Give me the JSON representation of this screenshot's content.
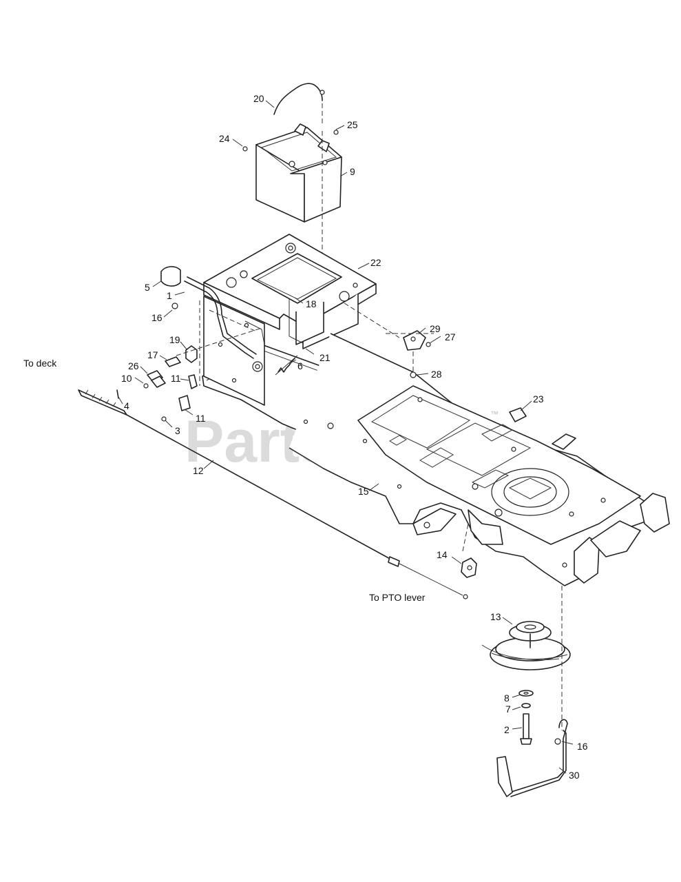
{
  "watermark": {
    "text": "PartsTree",
    "trademark": "™"
  },
  "notes": {
    "to_deck": "To deck",
    "to_pto_lever": "To PTO lever"
  },
  "callouts": {
    "c20": "20",
    "c24": "24",
    "c25": "25",
    "c9": "9",
    "c22": "22",
    "c5": "5",
    "c1": "1",
    "c16a": "16",
    "c18": "18",
    "c19": "19",
    "c17": "17",
    "c26": "26",
    "c10": "10",
    "c11a": "11",
    "c11b": "11",
    "c4": "4",
    "c3": "3",
    "c6": "6",
    "c21": "21",
    "c29": "29",
    "c27": "27",
    "c28": "28",
    "c23": "23",
    "c12": "12",
    "c15": "15",
    "c14": "14",
    "c13": "13",
    "c8": "8",
    "c7": "7",
    "c2": "2",
    "c16b": "16",
    "c30": "30"
  }
}
